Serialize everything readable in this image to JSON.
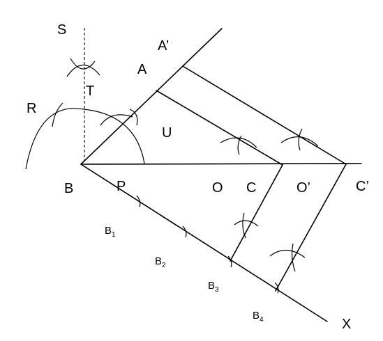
{
  "labels": {
    "S": "S",
    "A_prime": "A’",
    "A": "A",
    "T": "T",
    "R": "R",
    "U": "U",
    "B": "B",
    "P": "P",
    "O": "O",
    "C": "C",
    "O_prime": "O’",
    "C_prime": "C’",
    "X": "X"
  },
  "points_b": [
    {
      "base": "B",
      "sub": "1"
    },
    {
      "base": "B",
      "sub": "2"
    },
    {
      "base": "B",
      "sub": "3"
    },
    {
      "base": "B",
      "sub": "4"
    }
  ]
}
